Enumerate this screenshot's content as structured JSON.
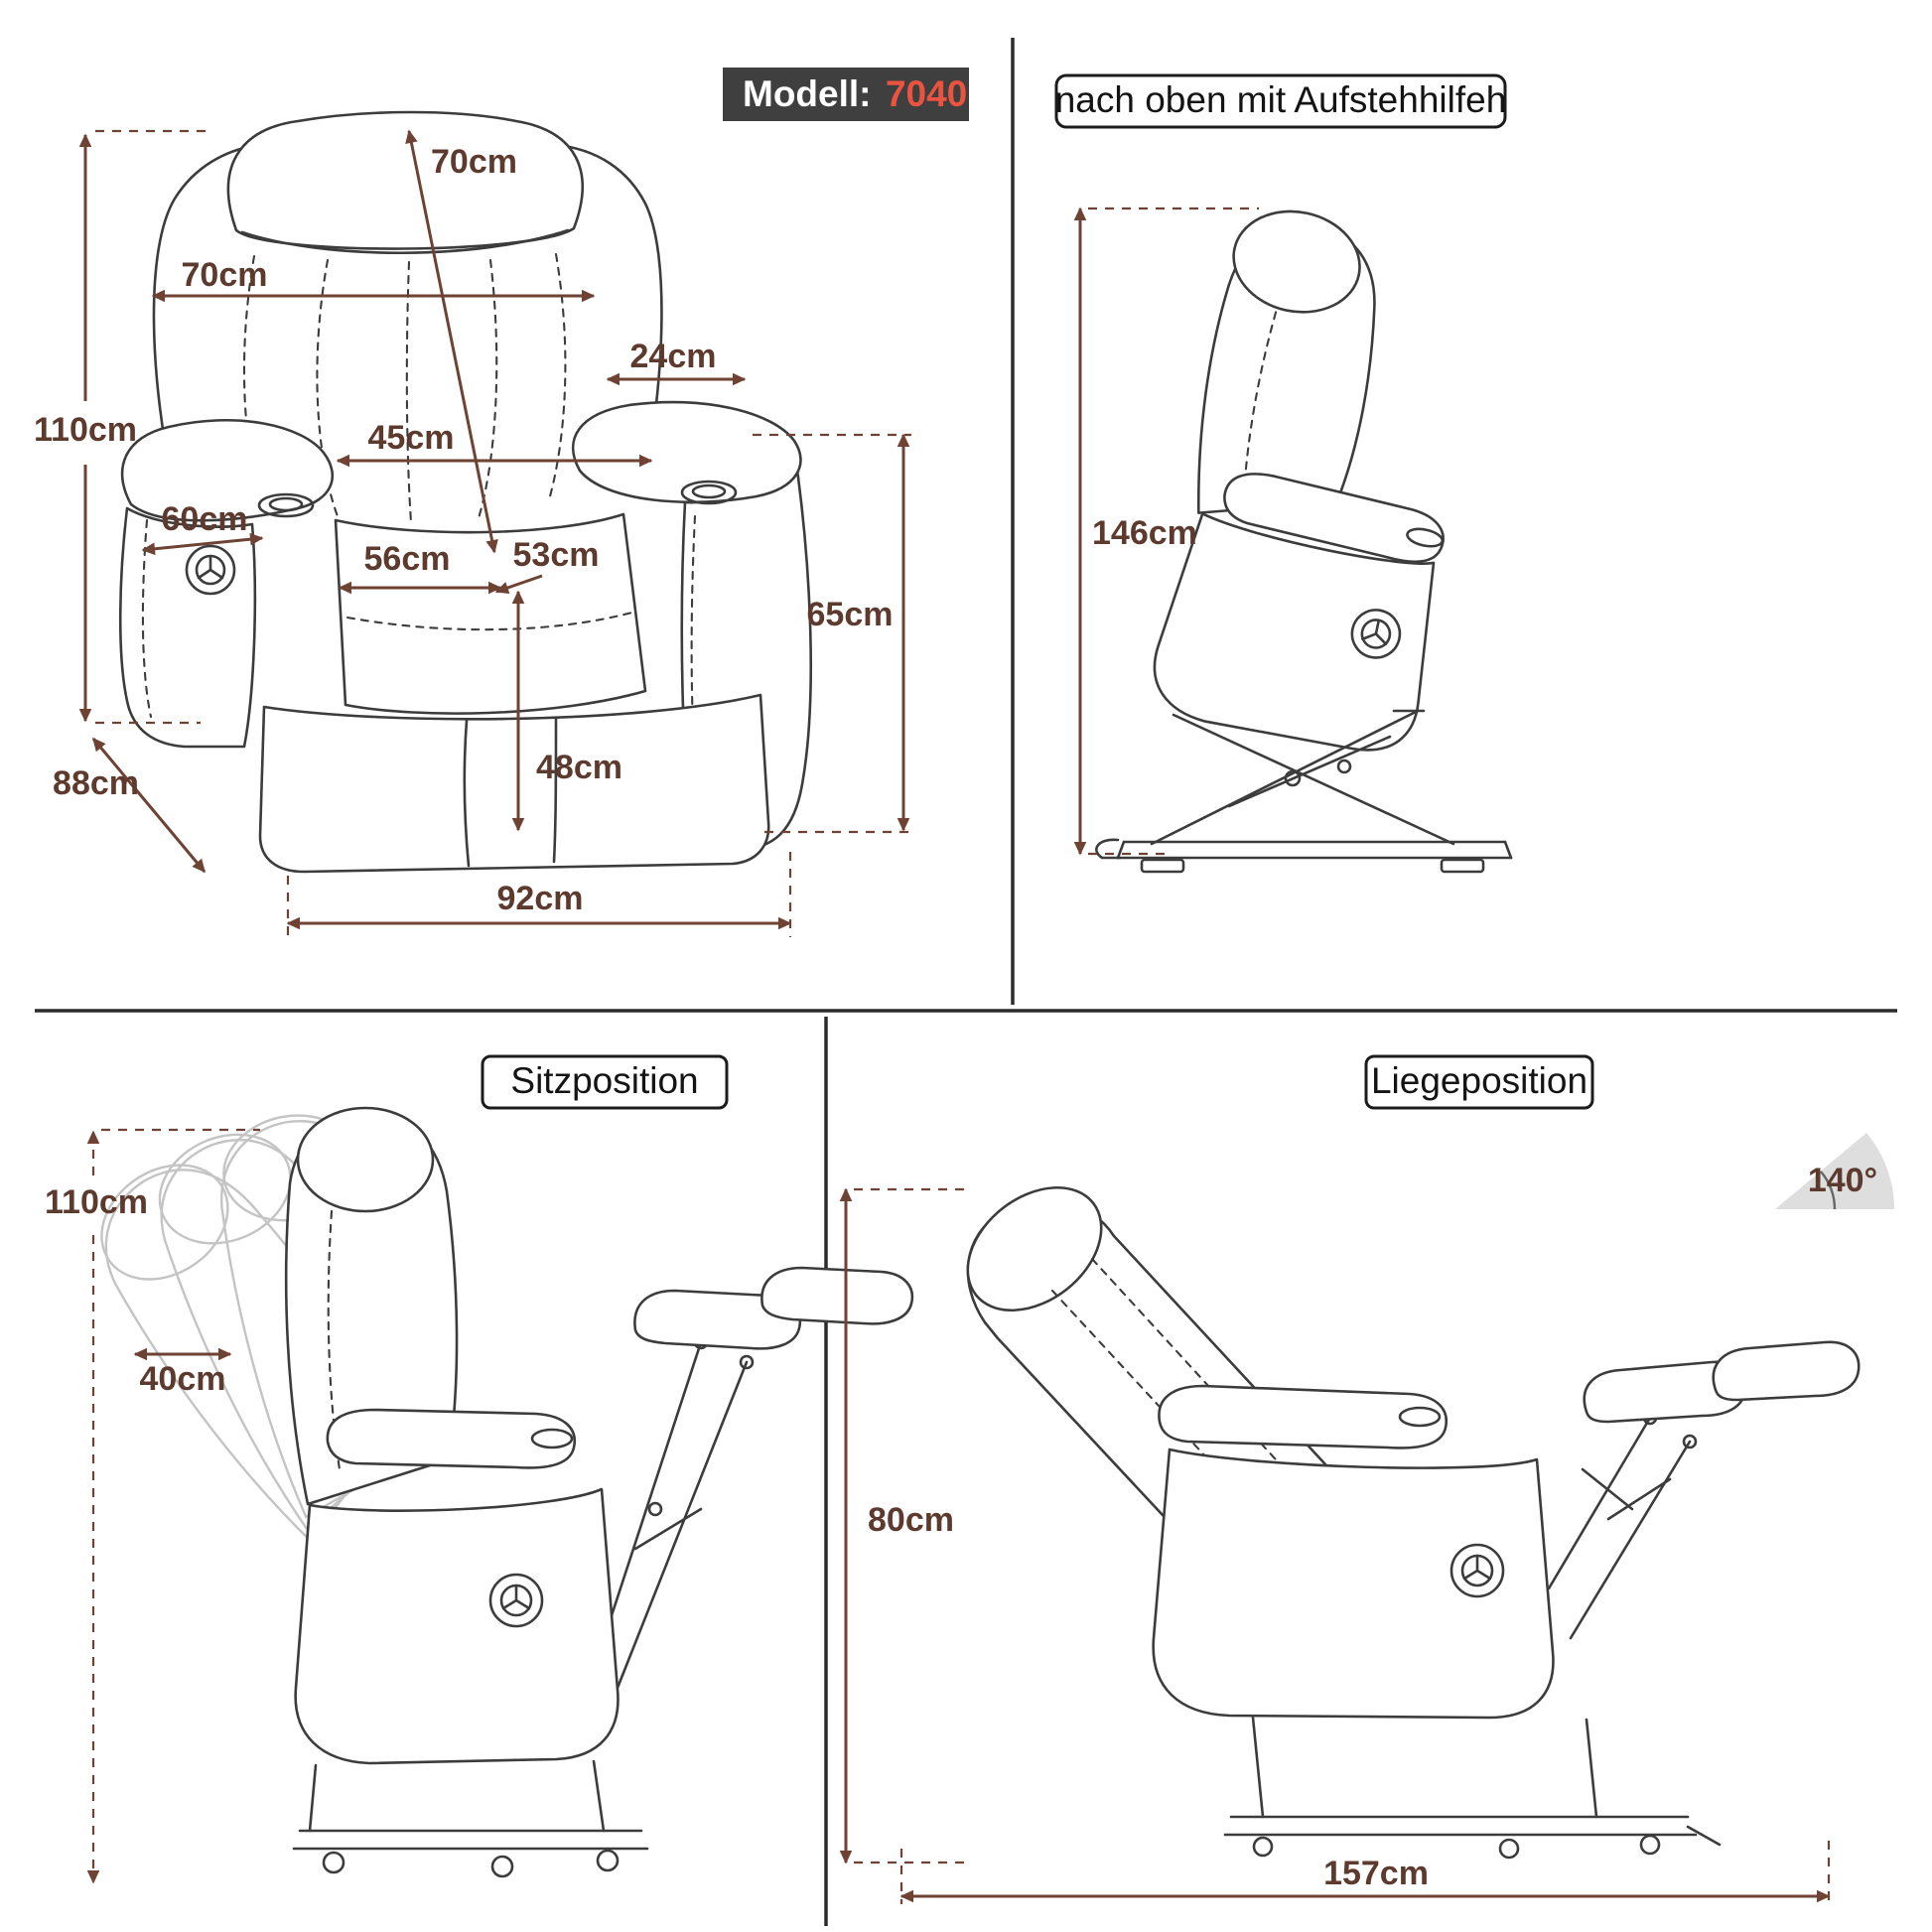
{
  "badge": {
    "label": "Modell:",
    "value": "7040"
  },
  "front_view": {
    "dim_back_diagonal": "70cm",
    "dim_back_width": "70cm",
    "dim_armrest_width": "24cm",
    "dim_total_height": "110cm",
    "dim_seat_width": "45cm",
    "dim_side_depth": "60cm",
    "dim_seat_depth": "56cm",
    "dim_seat_diagonal": "53cm",
    "dim_armrest_height": "65cm",
    "dim_seat_height": "48cm",
    "dim_base_depth": "88cm",
    "dim_total_width": "92cm"
  },
  "lift_view": {
    "title": "nach oben mit Aufstehhilfeh",
    "dim_lift_height": "146cm"
  },
  "sitting_view": {
    "title": "Sitzposition",
    "dim_height": "110cm",
    "dim_backrest_travel": "40cm"
  },
  "reclined_view": {
    "title": "Liegeposition",
    "dim_recline_angle": "140°",
    "dim_height": "80cm",
    "dim_total_length": "157cm"
  },
  "colors": {
    "dimension_lines": "#6e4334",
    "dimension_text": "#5d3a2e",
    "chair_outline": "#3c3c3c",
    "ghost_outline": "#c4c4c4",
    "divider": "#2b2b2b",
    "badge_background": "#3f3f3f",
    "badge_value": "#e8543f"
  }
}
